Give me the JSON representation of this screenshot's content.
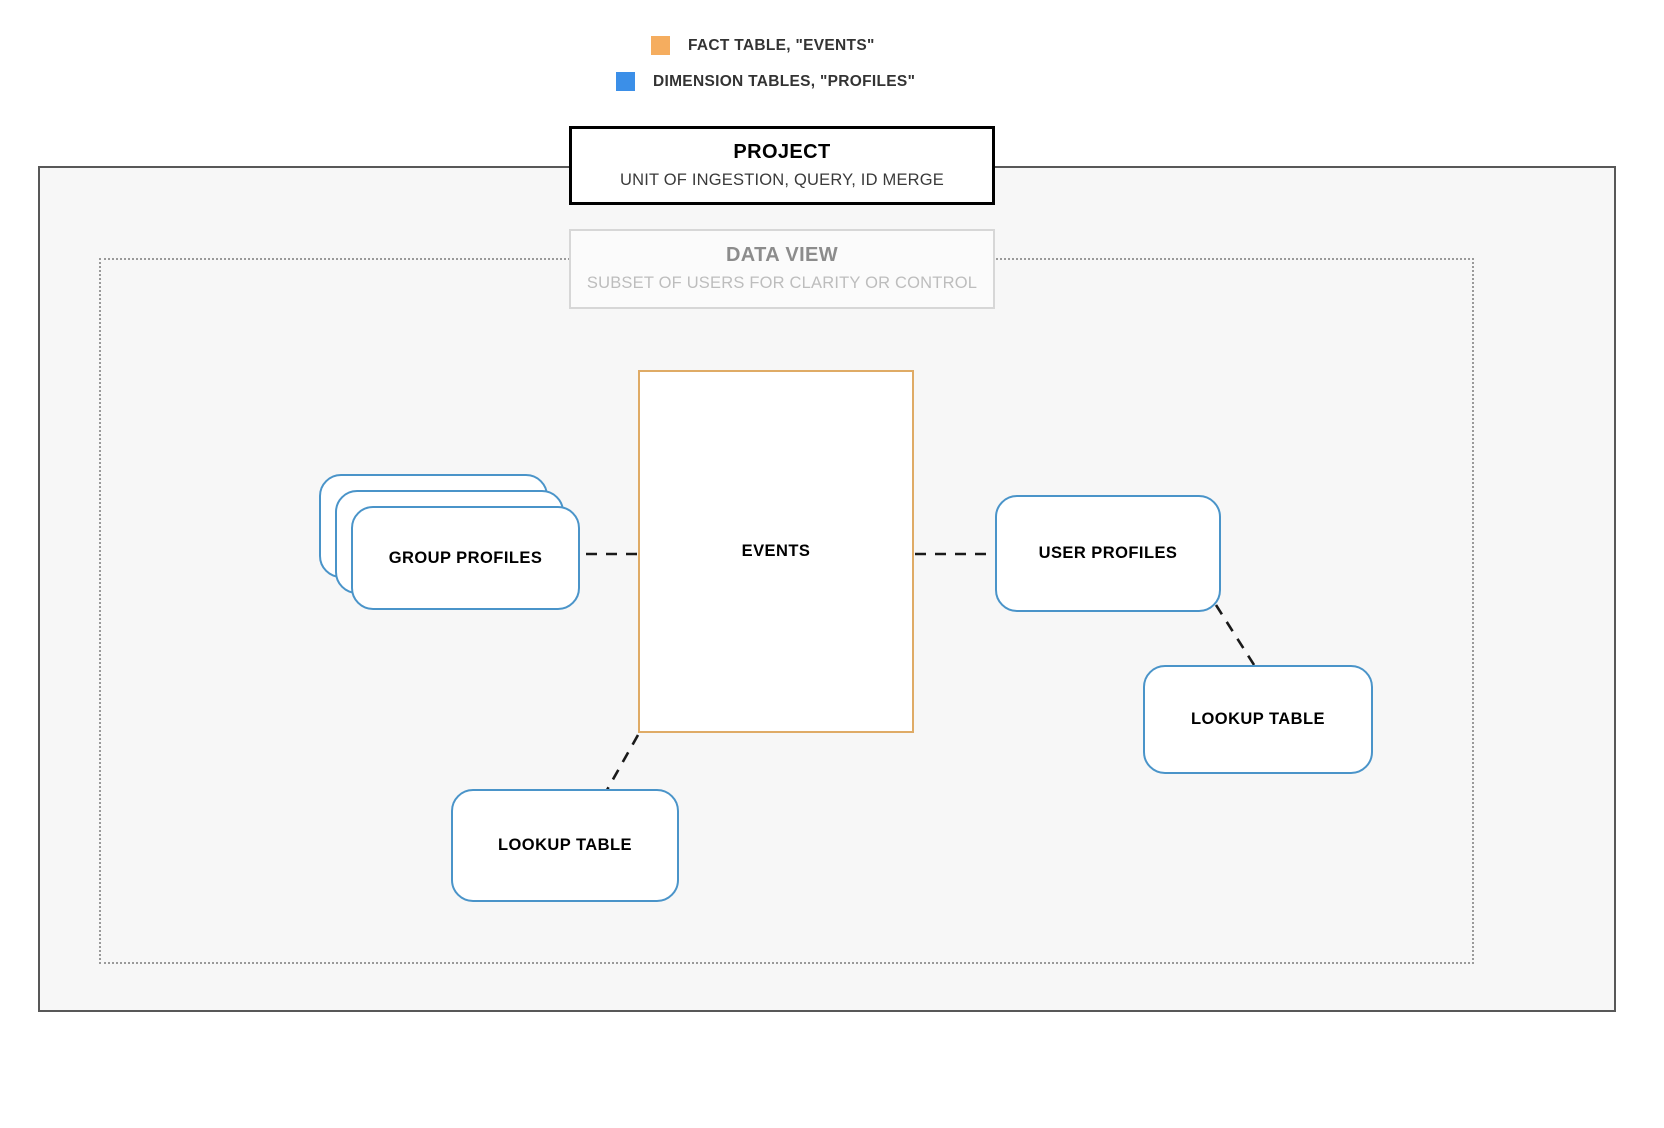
{
  "legend": {
    "items": [
      {
        "label": "FACT TABLE, \"EVENTS\"",
        "color": "#f5ad5f",
        "icon": "square-swatch-icon"
      },
      {
        "label": "DIMENSION TABLES, \"PROFILES\"",
        "color": "#3b8fe8",
        "icon": "square-swatch-icon"
      }
    ]
  },
  "containers": {
    "project": {
      "title": "PROJECT",
      "subtitle": "UNIT OF INGESTION, QUERY, ID MERGE",
      "border_color": "#000000"
    },
    "data_view": {
      "title": "DATA VIEW",
      "subtitle": "SUBSET OF USERS FOR CLARITY OR CONTROL",
      "border_color": "#d7d7d7"
    }
  },
  "nodes": {
    "events": {
      "label": "EVENTS",
      "type": "fact-table",
      "color": "#dfab66"
    },
    "group_profiles": {
      "label": "GROUP PROFILES",
      "type": "dimension-table-stack",
      "color": "#4a94c9",
      "stack_count": 3
    },
    "user_profiles": {
      "label": "USER PROFILES",
      "type": "dimension-table",
      "color": "#4a94c9"
    },
    "lookup_left": {
      "label": "LOOKUP TABLE",
      "type": "dimension-table",
      "color": "#4a94c9"
    },
    "lookup_right": {
      "label": "LOOKUP TABLE",
      "type": "dimension-table",
      "color": "#4a94c9"
    }
  },
  "connections": [
    {
      "from": "group_profiles",
      "to": "events",
      "style": "dashed"
    },
    {
      "from": "events",
      "to": "user_profiles",
      "style": "dashed"
    },
    {
      "from": "events",
      "to": "lookup_left",
      "style": "dashed"
    },
    {
      "from": "user_profiles",
      "to": "lookup_right",
      "style": "dashed"
    }
  ],
  "colors": {
    "canvas": "#ffffff",
    "project_fill": "#f7f7f7",
    "outer_border": "#585858",
    "dataview_border": "#9a9a9a",
    "connector": "#1a1a1a"
  }
}
